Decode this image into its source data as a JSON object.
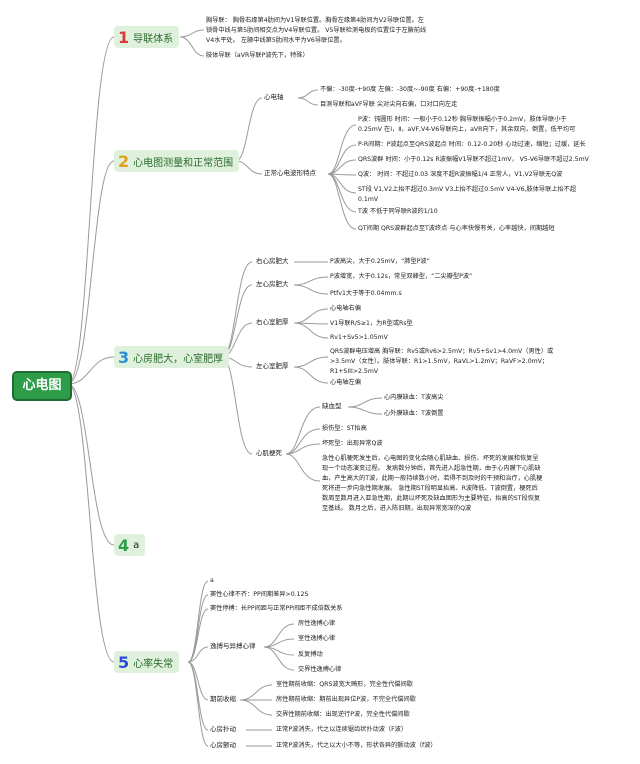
{
  "root": "心电图",
  "b1": {
    "num": "1",
    "label": "导联体系",
    "num_color": "#d63a3a",
    "notes": [
      "胸导联： 胸骨右缘第4肋间为V1导联位置。胸骨左缘第4肋间为V2导联位置。左",
      "锁骨中线与第5肋间相交点为V4导联位置。 V5导联检测电极的位置位于左腋前线",
      "V4水平处。 左腋中线第5肋间水平为V6导联位置。",
      "肢体导联（aVR导联P波先下，特殊）"
    ]
  },
  "b2": {
    "num": "2",
    "label": "心电图测量和正常范围",
    "num_color": "#e0a020",
    "axis": {
      "label": "心电轴",
      "items": [
        "不偏：-30度-+90度 左偏：-30度~-90度 右偏：+90度-+180度",
        "目测导联和aVF导联 尖对尖向右偏，口对口向左走"
      ]
    },
    "normal": {
      "label": "正常心电波形特点",
      "items": [
        "P波：钝圆形 时间：一般小于0.12秒 胸导联振幅小于0.2mV，肢体导联小于",
        "0.25mV 在Ⅰ，Ⅱ，aVF,V4-V6导联向上，aVR向下，其余双向，倒置，低平均可",
        "P-R间期：P波起点至QRS波起点 时间：0.12-0.20秒 心动过速，缩短；过缓，延长",
        "QRS波群 时间：小于0.12s R波振幅V1导联不超过1mV， V5-V6导联不超过2.5mV",
        "Q波： 时间：不超过0.03 深度不超R波振幅1/4 正常人，V1,V2导联无Q波",
        "ST段 V1,V2上抬不超过0.3mV V3上抬不超过0.5mV V4-V6,肢体导联上抬不超",
        "0.1mV",
        "T波 不低于同导联R波的1/10",
        "QT间期 QRS波群起点至T波终点 与心率快慢有关，心率越快，间期越短"
      ]
    }
  },
  "b3": {
    "num": "3",
    "label": "心房肥大，心室肥厚",
    "num_color": "#2a8fd6",
    "ra": {
      "label": "右心房肥大",
      "items": [
        "P波高尖，大于0.25mV，“肺型P波”"
      ]
    },
    "la": {
      "label": "左心房肥大",
      "items": [
        "P波增宽，大于0.12s，常呈双峰型，“二尖瓣型P波”",
        "Ptfv1大于等于0.04mm.s"
      ]
    },
    "rv": {
      "label": "右心室肥厚",
      "items": [
        "心电轴右偏",
        "V1导联R/S≥1，为R型或Rs型",
        "Rv1+Sv5>1.05mV"
      ]
    },
    "lv": {
      "label": "左心室肥厚",
      "items": [
        "QRS波群电压增高 胸导联：Rv5或Rv6>2.5mV；Rv5+Sv1>4.0mV（男性）或",
        ">3.5mV（女性）。肢体导联：R1>1.5mV，RaVL>1.2mV；RaVF>2.0mV；",
        "R1+SIII>2.5mV",
        "心电轴左偏"
      ]
    },
    "mi": {
      "label": "心肌梗死",
      "ischemia": {
        "label": "缺血型",
        "items": [
          "心内膜缺血：T波高尖",
          "心外膜缺血：T波倒置"
        ]
      },
      "items": [
        "损伤型：ST抬高",
        "坏死型：出现异常Q波"
      ],
      "para": [
        "急性心肌梗死发生后，心电图的变化会随心肌缺血、损伤、坏死的发展和恢复呈",
        "现一个动态演变过程。 发病数分钟后，首先进入超急性期，由于心内膜下心肌缺",
        "血，产生高大的T波，此期一般持续数小时，若得不到及时的干预和治疗，心肌梗",
        "死将进一步向急性期发展。 急性期ST段明显抬高、R波降低、T波倒置，梗死后",
        "数周至数月进入亚急性期，此期以坏死及缺血图形为主要特征，抬高的ST段恢复",
        "至基线。 数月之后，进入陈旧期，出现异常宽深的Q波"
      ]
    }
  },
  "b4": {
    "num": "4",
    "label": "a",
    "num_color": "#2d9d4a"
  },
  "b5": {
    "num": "5",
    "label": "心率失常",
    "num_color": "#2a4fd6",
    "a": "a",
    "items": [
      "窦性心律不齐：PP间期差异>0.12S",
      "窦性停搏：长PP间距与正常PP间距不成倍数关系"
    ],
    "escape": {
      "label": "逸搏与异搏心律",
      "items": [
        "房性逸搏心律",
        "室性逸搏心律",
        "反复搏动",
        "交界性逸搏心律"
      ]
    },
    "premature": {
      "label": "期前收缩",
      "items": [
        "室性期前收缩：QRS波宽大畸形，完全性代偿间歇",
        "房性期前收缩：期前出现异位P波，不完全代偿间歇",
        "交界性期前收缩：出现逆行P波，完全性代偿间歇"
      ]
    },
    "flutter": {
      "label": "心房扑动",
      "text": "正常P波消失，代之以连续锯齿状扑动波（F波）"
    },
    "fib": {
      "label": "心房颤动",
      "text": "正常P波消失，代之以大小不等，形状各异的颤动波（f波）"
    }
  }
}
